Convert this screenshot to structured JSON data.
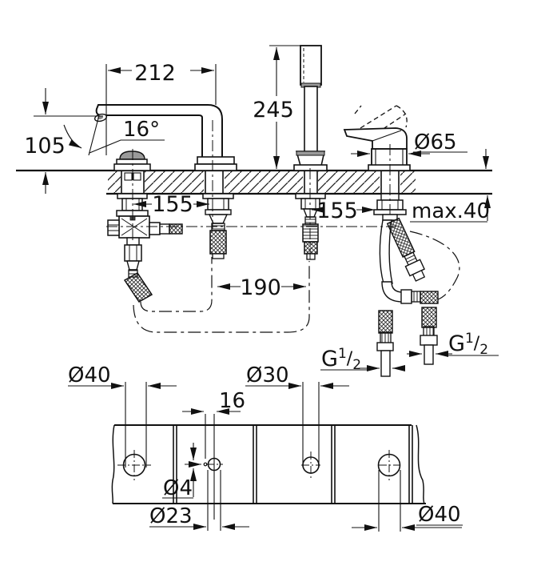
{
  "page": {
    "background": "#ffffff",
    "line_color": "#1a1a1a"
  },
  "drawing": {
    "type": "faucet-installation-dimension-drawing",
    "views": [
      "side-elevation-with-hoses",
      "deck-plan-hole-layout"
    ]
  },
  "dims": {
    "spout_reach": "212",
    "handshower_height": "245",
    "spout_outlet_height": "105",
    "spout_angle": "16°",
    "mixer_escutcheon_diameter": "Ø65",
    "hole_spacing_left": "155",
    "hole_spacing_right": "155",
    "hole_spacing_center": "190",
    "max_deck_thickness": "max.40",
    "thread_left": {
      "base": "G",
      "sup": "1",
      "sep": "/",
      "sub": "2"
    },
    "thread_right": {
      "base": "G",
      "sup": "1",
      "sep": "/",
      "sub": "2"
    }
  },
  "top_view_dims": {
    "hole1_diameter": "Ø40",
    "hole3_diameter": "Ø30",
    "pin_hole_offset": "16",
    "pin_hole_diameter": "Ø4",
    "hole2_diameter": "Ø23",
    "hole4_diameter": "Ø40"
  }
}
